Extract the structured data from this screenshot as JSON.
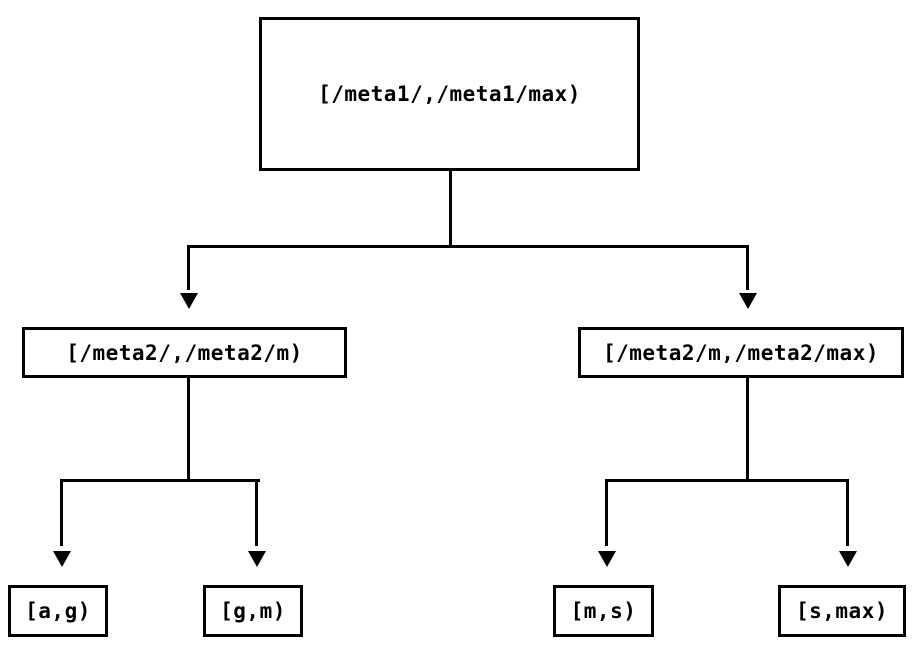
{
  "page": {
    "background_color": "#ffffff",
    "line_color": "#000000",
    "text_color": "#000000"
  },
  "diagram": {
    "type": "tree",
    "description": "Binary key-range partition tree with downward arrows",
    "nodes": {
      "root": {
        "label": "[/meta1/,/meta1/max)"
      },
      "left": {
        "label": "[/meta2/,/meta2/m)"
      },
      "right": {
        "label": "[/meta2/m,/meta2/max)"
      },
      "leaf_ag": {
        "label": "[a,g)"
      },
      "leaf_gm": {
        "label": "[g,m)"
      },
      "leaf_ms": {
        "label": "[m,s)"
      },
      "leaf_smax": {
        "label": "[s,max)"
      }
    },
    "edges": [
      {
        "from": "root",
        "to": "left"
      },
      {
        "from": "root",
        "to": "right"
      },
      {
        "from": "left",
        "to": "leaf_ag"
      },
      {
        "from": "left",
        "to": "leaf_gm"
      },
      {
        "from": "right",
        "to": "leaf_ms"
      },
      {
        "from": "right",
        "to": "leaf_smax"
      }
    ]
  }
}
